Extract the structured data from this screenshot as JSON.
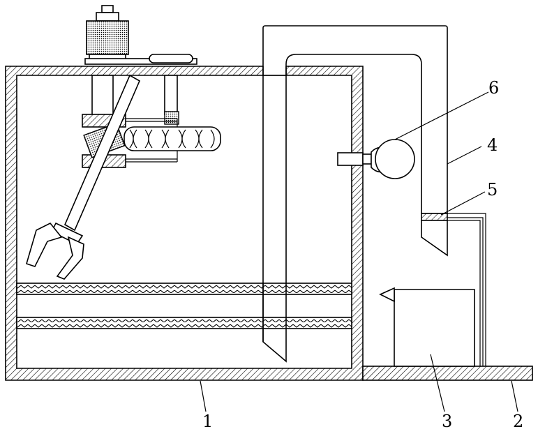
{
  "figure": {
    "labels": [
      {
        "id": "1",
        "text": "1"
      },
      {
        "id": "2",
        "text": "2"
      },
      {
        "id": "3",
        "text": "3"
      },
      {
        "id": "4",
        "text": "4"
      },
      {
        "id": "5",
        "text": "5"
      },
      {
        "id": "6",
        "text": "6"
      }
    ]
  }
}
